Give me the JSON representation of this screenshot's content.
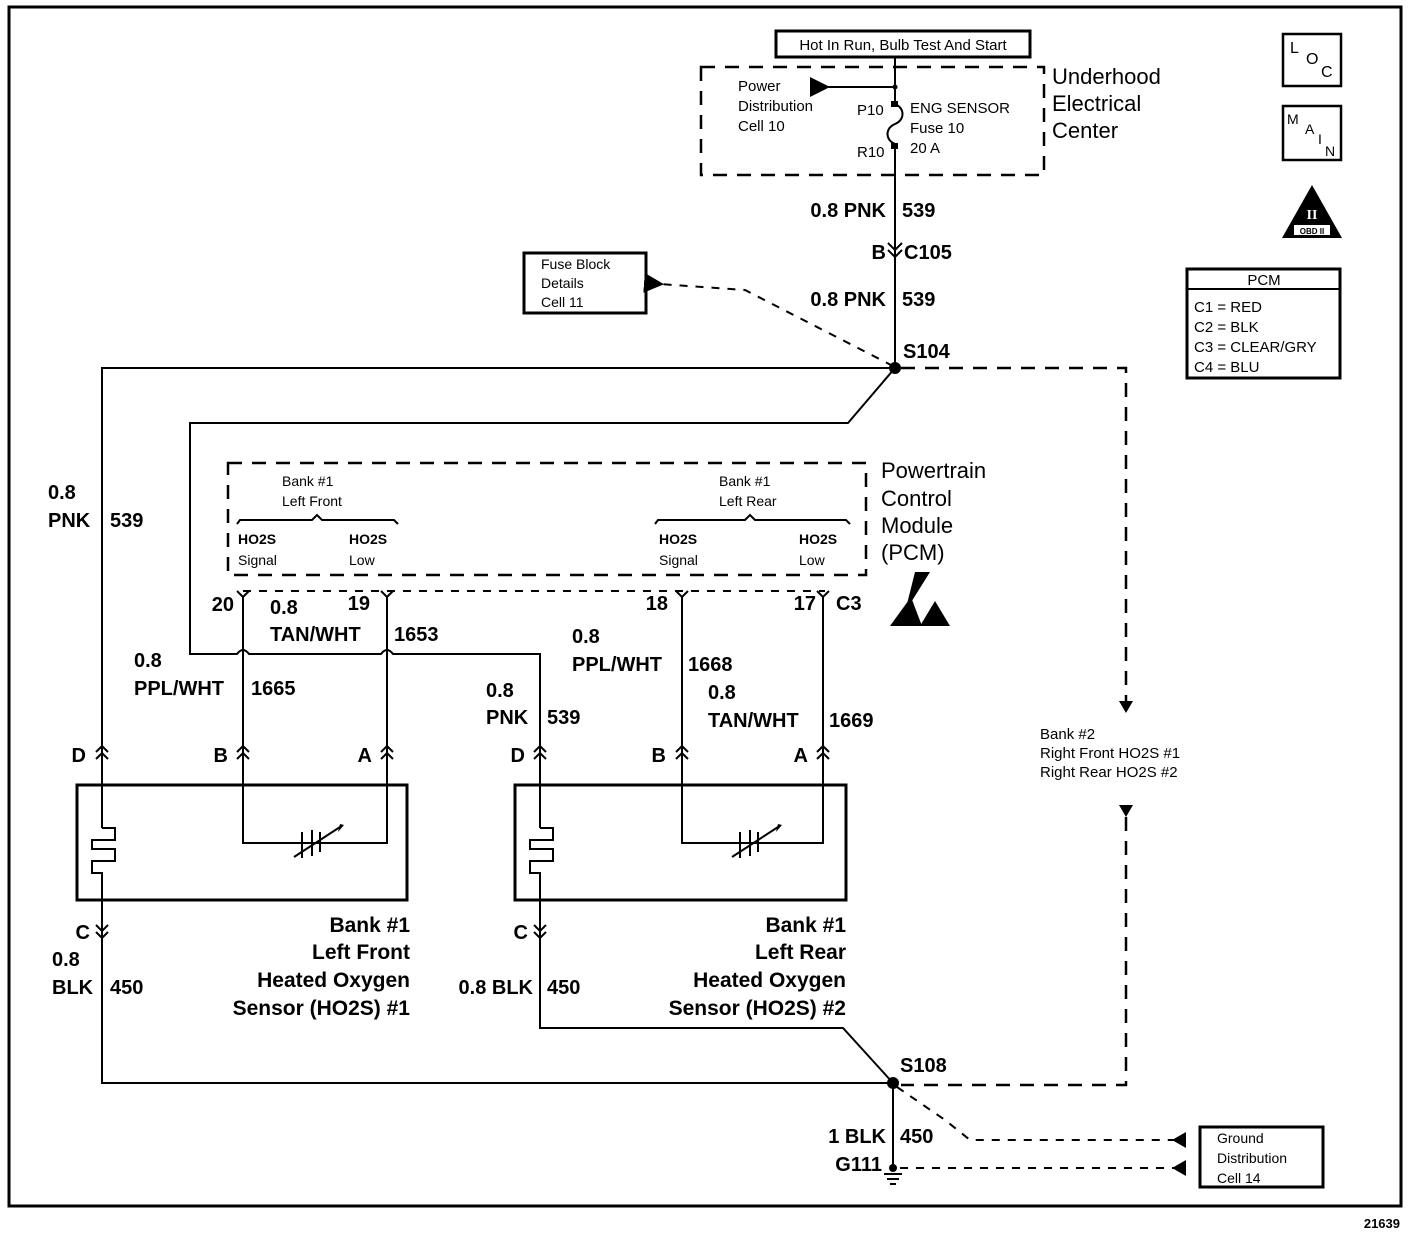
{
  "diagram_number": "21639",
  "header": {
    "hot_label": "Hot In Run, Bulb Test And Start"
  },
  "uec": {
    "title_lines": [
      "Underhood",
      "Electrical",
      "Center"
    ],
    "power_dist_lines": [
      "Power",
      "Distribution",
      "Cell 10"
    ],
    "terminal_top": "P10",
    "terminal_bottom": "R10",
    "fuse_lines": [
      "ENG SENSOR",
      "Fuse 10",
      "20 A"
    ]
  },
  "icons": {
    "loc": [
      "L",
      "O",
      "C"
    ],
    "main": [
      "M",
      "A",
      "I",
      "N"
    ],
    "obd": {
      "roman": "II",
      "label": "OBD II"
    }
  },
  "pcm_legend": {
    "title": "PCM",
    "rows": [
      "C1 = RED",
      "C2 = BLK",
      "C3 = CLEAR/GRY",
      "C4 = BLU"
    ]
  },
  "fuse_block_ref": [
    "Fuse Block",
    "Details",
    "Cell 11"
  ],
  "ground_ref": [
    "Ground",
    "Distribution",
    "Cell 14"
  ],
  "wires": {
    "top_wire": {
      "gauge_color": "0.8 PNK",
      "circuit": "539"
    },
    "connector_c105": {
      "pin": "B",
      "name": "C105"
    },
    "mid_wire": {
      "gauge_color": "0.8 PNK",
      "circuit": "539"
    },
    "splice_s104": "S104",
    "left_pnk": {
      "gauge": "0.8",
      "color": "PNK",
      "circuit": "539"
    },
    "ppl_wht_1665": {
      "gauge": "0.8",
      "color": "PPL/WHT",
      "circuit": "1665"
    },
    "tan_wht_1653": {
      "gauge": "0.8",
      "color": "TAN/WHT",
      "circuit": "1653"
    },
    "pnk_539_rear": {
      "gauge": "0.8",
      "color": "PNK",
      "circuit": "539"
    },
    "ppl_wht_1668": {
      "gauge": "0.8",
      "color": "PPL/WHT",
      "circuit": "1668"
    },
    "tan_wht_1669": {
      "gauge": "0.8",
      "color": "TAN/WHT",
      "circuit": "1669"
    },
    "blk_left": {
      "gauge": "0.8",
      "color": "BLK",
      "circuit": "450"
    },
    "blk_rear": {
      "gauge_color": "0.8 BLK",
      "circuit": "450"
    },
    "splice_s108": "S108",
    "ground_wire": {
      "gauge_color": "1 BLK",
      "circuit": "450"
    },
    "ground_g111": "G111"
  },
  "pcm": {
    "title_lines": [
      "Powertrain",
      "Control",
      "Module",
      "(PCM)"
    ],
    "left_group": {
      "title_lines": [
        "Bank #1",
        "Left Front"
      ],
      "signal": [
        "HO2S",
        "Signal"
      ],
      "low": [
        "HO2S",
        "Low"
      ]
    },
    "right_group": {
      "title_lines": [
        "Bank #1",
        "Left Rear"
      ],
      "signal": [
        "HO2S",
        "Signal"
      ],
      "low": [
        "HO2S",
        "Low"
      ]
    },
    "pins": {
      "p20": "20",
      "p19": "19",
      "p18": "18",
      "p17": "17",
      "connector": "C3"
    }
  },
  "sensor1": {
    "pins": {
      "d": "D",
      "b": "B",
      "a": "A",
      "c": "C"
    },
    "label_lines": [
      "Bank #1",
      "Left Front",
      "Heated Oxygen",
      "Sensor (HO2S) #1"
    ]
  },
  "sensor2": {
    "pins": {
      "d": "D",
      "b": "B",
      "a": "A",
      "c": "C"
    },
    "label_lines": [
      "Bank #1",
      "Left Rear",
      "Heated Oxygen",
      "Sensor (HO2S) #2"
    ]
  },
  "bank2_note": [
    "Bank #2",
    "Right Front HO2S #1",
    "Right Rear HO2S #2"
  ]
}
